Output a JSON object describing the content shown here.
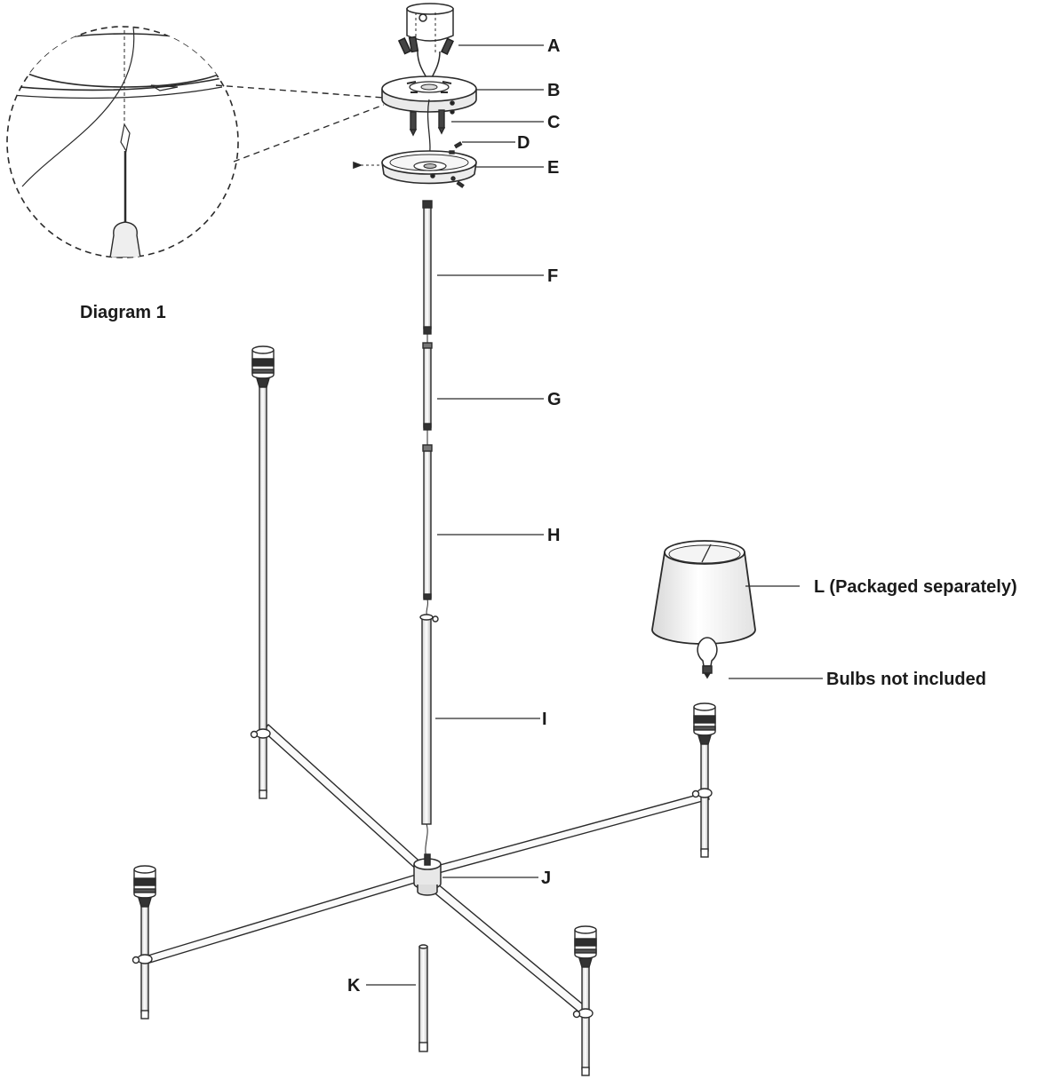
{
  "diagram": {
    "callout_caption": "Diagram 1",
    "parts": [
      {
        "key": "A",
        "label": "A"
      },
      {
        "key": "B",
        "label": "B"
      },
      {
        "key": "C",
        "label": "C"
      },
      {
        "key": "D",
        "label": "D"
      },
      {
        "key": "E",
        "label": "E"
      },
      {
        "key": "F",
        "label": "F"
      },
      {
        "key": "G",
        "label": "G"
      },
      {
        "key": "H",
        "label": "H"
      },
      {
        "key": "I",
        "label": "I"
      },
      {
        "key": "J",
        "label": "J"
      },
      {
        "key": "K",
        "label": "K"
      },
      {
        "key": "L",
        "label": "L (Packaged separately)"
      }
    ],
    "note_bulbs": "Bulbs not included",
    "colors": {
      "line": "#2a2a2a",
      "fill": "#ffffff",
      "shade": "#e6e6e6",
      "dark": "#3a3a3a"
    }
  }
}
